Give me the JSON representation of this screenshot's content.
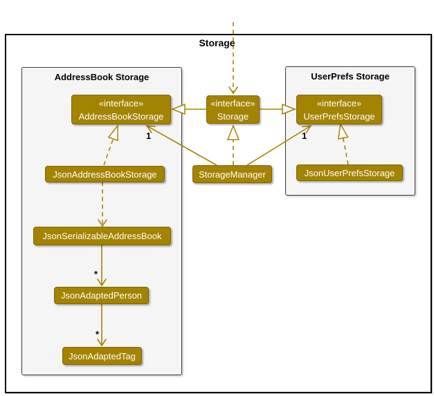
{
  "frame": {
    "title": "Storage"
  },
  "packages": [
    {
      "title": "AddressBook Storage"
    },
    {
      "title": "UserPrefs Storage"
    }
  ],
  "classes": {
    "address_book_storage": {
      "stereotype": "«interface»",
      "name": "AddressBookStorage"
    },
    "storage": {
      "stereotype": "«interface»",
      "name": "Storage"
    },
    "user_prefs_storage": {
      "stereotype": "«interface»",
      "name": "UserPrefsStorage"
    },
    "json_address_book_storage": {
      "name": "JsonAddressBookStorage"
    },
    "storage_manager": {
      "name": "StorageManager"
    },
    "json_user_prefs_storage": {
      "name": "JsonUserPrefsStorage"
    },
    "json_serializable_address_book": {
      "name": "JsonSerializableAddressBook"
    },
    "json_adapted_person": {
      "name": "JsonAdaptedPerson"
    },
    "json_adapted_tag": {
      "name": "JsonAdaptedTag"
    }
  },
  "multiplicities": {
    "storagemanager_addressbook": "1",
    "storagemanager_userprefs": "1",
    "serializable_person": "*",
    "person_tag": "*"
  },
  "colors": {
    "node_fill": "#A38300",
    "node_border": "#7E6700",
    "node_text": "#FFFFFF",
    "edge": "#A38300",
    "package_bg": "#F5F5F5",
    "package_border": "#383838",
    "frame_border": "#000000",
    "label": "#000000"
  }
}
